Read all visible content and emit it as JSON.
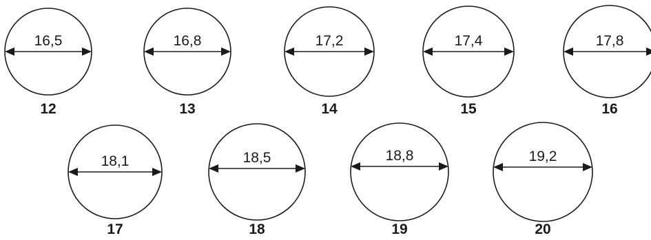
{
  "rings": [
    {
      "size": "12",
      "diameter": "16,5"
    },
    {
      "size": "13",
      "diameter": "16,8"
    },
    {
      "size": "14",
      "diameter": "17,2"
    },
    {
      "size": "15",
      "diameter": "17,4"
    },
    {
      "size": "16",
      "diameter": "17,8"
    },
    {
      "size": "17",
      "diameter": "18,1"
    },
    {
      "size": "18",
      "diameter": "18,5"
    },
    {
      "size": "19",
      "diameter": "18,8"
    },
    {
      "size": "20",
      "diameter": "19,2"
    }
  ],
  "colors": {
    "ink": "#1a1a1a",
    "background": "#ffffff"
  }
}
